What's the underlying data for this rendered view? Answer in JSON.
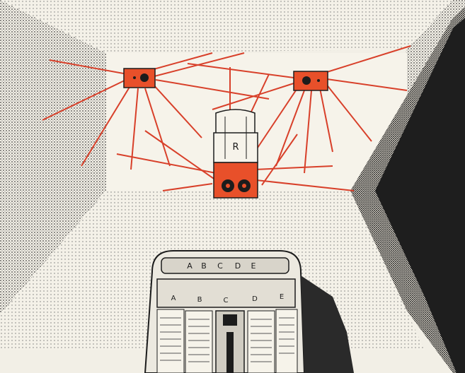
{
  "jukebox": {
    "title_letters": [
      "A",
      "B",
      "C",
      "D",
      "E"
    ],
    "selector_letters": [
      "A",
      "B",
      "C",
      "D",
      "E"
    ],
    "center_speaker_mark": "R"
  },
  "colors": {
    "paper": "#f2efe6",
    "ink": "#1c1c1c",
    "accent": "#e8502a",
    "beam": "#d8402a"
  },
  "icons": {
    "left_speaker": "speaker-icon",
    "right_speaker": "speaker-icon",
    "center_speaker": "speaker-cabinet-icon"
  }
}
